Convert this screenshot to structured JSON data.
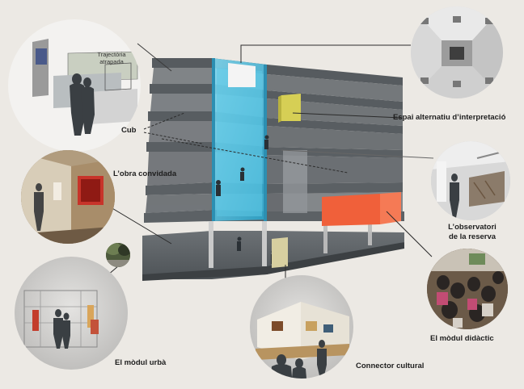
{
  "labels": {
    "cub": "Cub",
    "obra_convidada": "L’obra convidada",
    "espai_alternatiu": "Espai alternatiu d’interpretació",
    "observatori_line1": "L’observatori",
    "observatori_line2": "de la reserva",
    "modul_didactic": "El mòdul didàctic",
    "modul_urba": "El mòdul urbà",
    "connector_cultural": "Connector cultural",
    "trajectoria_line1": "Trajectòria",
    "trajectoria_line2": "atrapada"
  },
  "colors": {
    "background": "#ece9e4",
    "slab": "#5d6266",
    "cyan_core": "#48b8d8",
    "yellow_box": "#d6cf55",
    "orange_box": "#f0603a",
    "circle_grey": "#c9c8c6"
  }
}
